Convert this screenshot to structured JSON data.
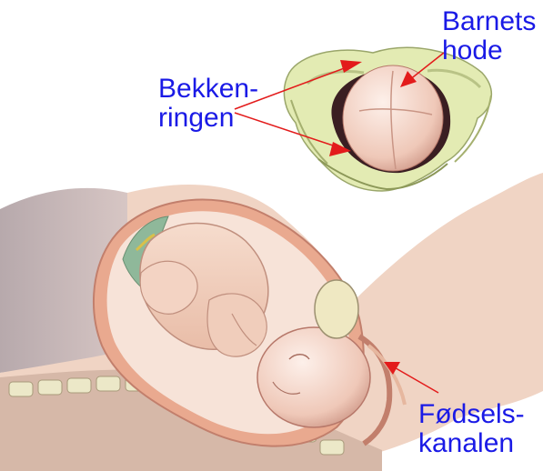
{
  "labels": {
    "pelvic_ring": {
      "line1": "Bekken-",
      "line2": "ringen"
    },
    "baby_head": {
      "line1": "Barnets",
      "line2": "hode"
    },
    "birth_canal": {
      "line1": "Fødsels-",
      "line2": "kanalen"
    }
  },
  "colors": {
    "label_text": "#1a1ae6",
    "pointer": "#e31b1b",
    "skin": "#f1d2c4",
    "pelvis_bone": "#dfe7a9",
    "background": "#ffffff"
  }
}
